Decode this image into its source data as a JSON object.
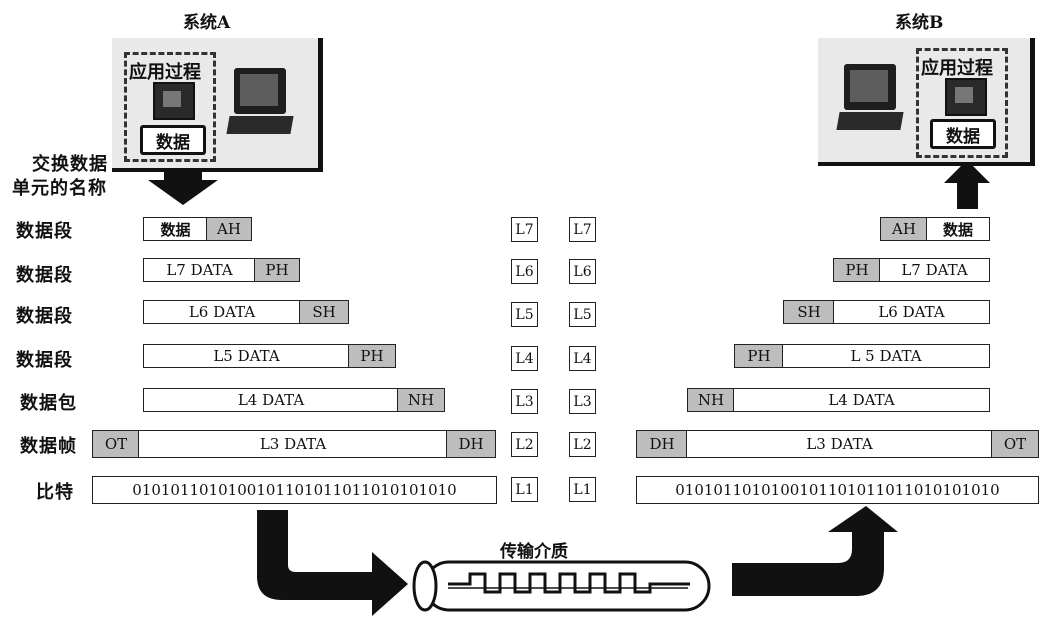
{
  "systems": {
    "a_title": "系统A",
    "b_title": "系统B"
  },
  "app": {
    "label": "应用过程",
    "data": "数据"
  },
  "exchange_header": {
    "line1": "交换数据",
    "line2": "单元的名称"
  },
  "row_labels": [
    "数据段",
    "数据段",
    "数据段",
    "数据段",
    "数据包",
    "数据帧",
    "比特"
  ],
  "left_rows": [
    [
      "数据",
      "AH"
    ],
    [
      "L7 DATA",
      "PH"
    ],
    [
      "L6 DATA",
      "SH"
    ],
    [
      "L5 DATA",
      "PH"
    ],
    [
      "L4 DATA",
      "NH"
    ],
    [
      "OT",
      "L3 DATA",
      "DH"
    ],
    [
      "0101011010100101101011011010101010"
    ]
  ],
  "right_rows": [
    [
      "AH",
      "数据"
    ],
    [
      "PH",
      "L7 DATA"
    ],
    [
      "SH",
      "L6 DATA"
    ],
    [
      "PH",
      "L 5 DATA"
    ],
    [
      "NH",
      "L4 DATA"
    ],
    [
      "DH",
      "L3 DATA",
      "OT"
    ],
    [
      "0101011010100101101011011010101010"
    ]
  ],
  "layers": [
    "L7",
    "L6",
    "L5",
    "L4",
    "L3",
    "L2",
    "L1"
  ],
  "medium": {
    "label": "传输介质"
  },
  "icons": {
    "computer": "computer-icon",
    "arrow": "arrow-icon",
    "cable": "cable-icon"
  }
}
